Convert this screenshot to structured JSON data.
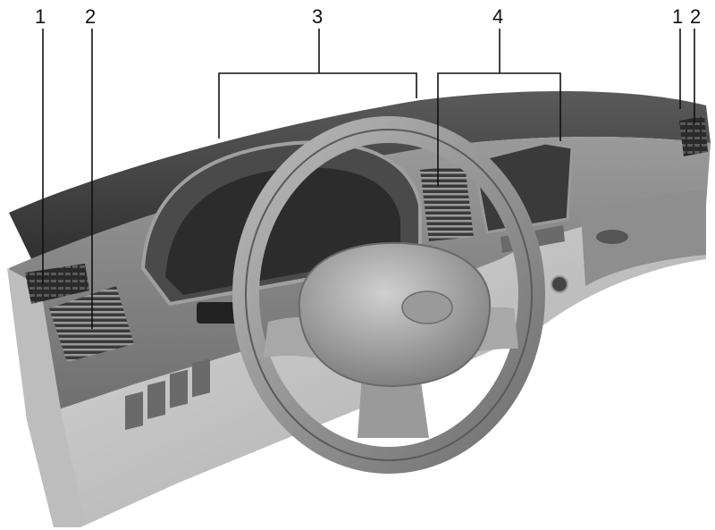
{
  "callouts": [
    {
      "id": "c1-left",
      "label": "1"
    },
    {
      "id": "c2-left",
      "label": "2"
    },
    {
      "id": "c3",
      "label": "3"
    },
    {
      "id": "c4",
      "label": "4"
    },
    {
      "id": "c1-right",
      "label": "1"
    },
    {
      "id": "c2-right",
      "label": "2"
    }
  ],
  "colors": {
    "background": "#ffffff",
    "ink": "#111111",
    "dash_dark": "#3a3a3a",
    "dash_mid": "#8a8a8a",
    "dash_light": "#c8c8c8"
  }
}
